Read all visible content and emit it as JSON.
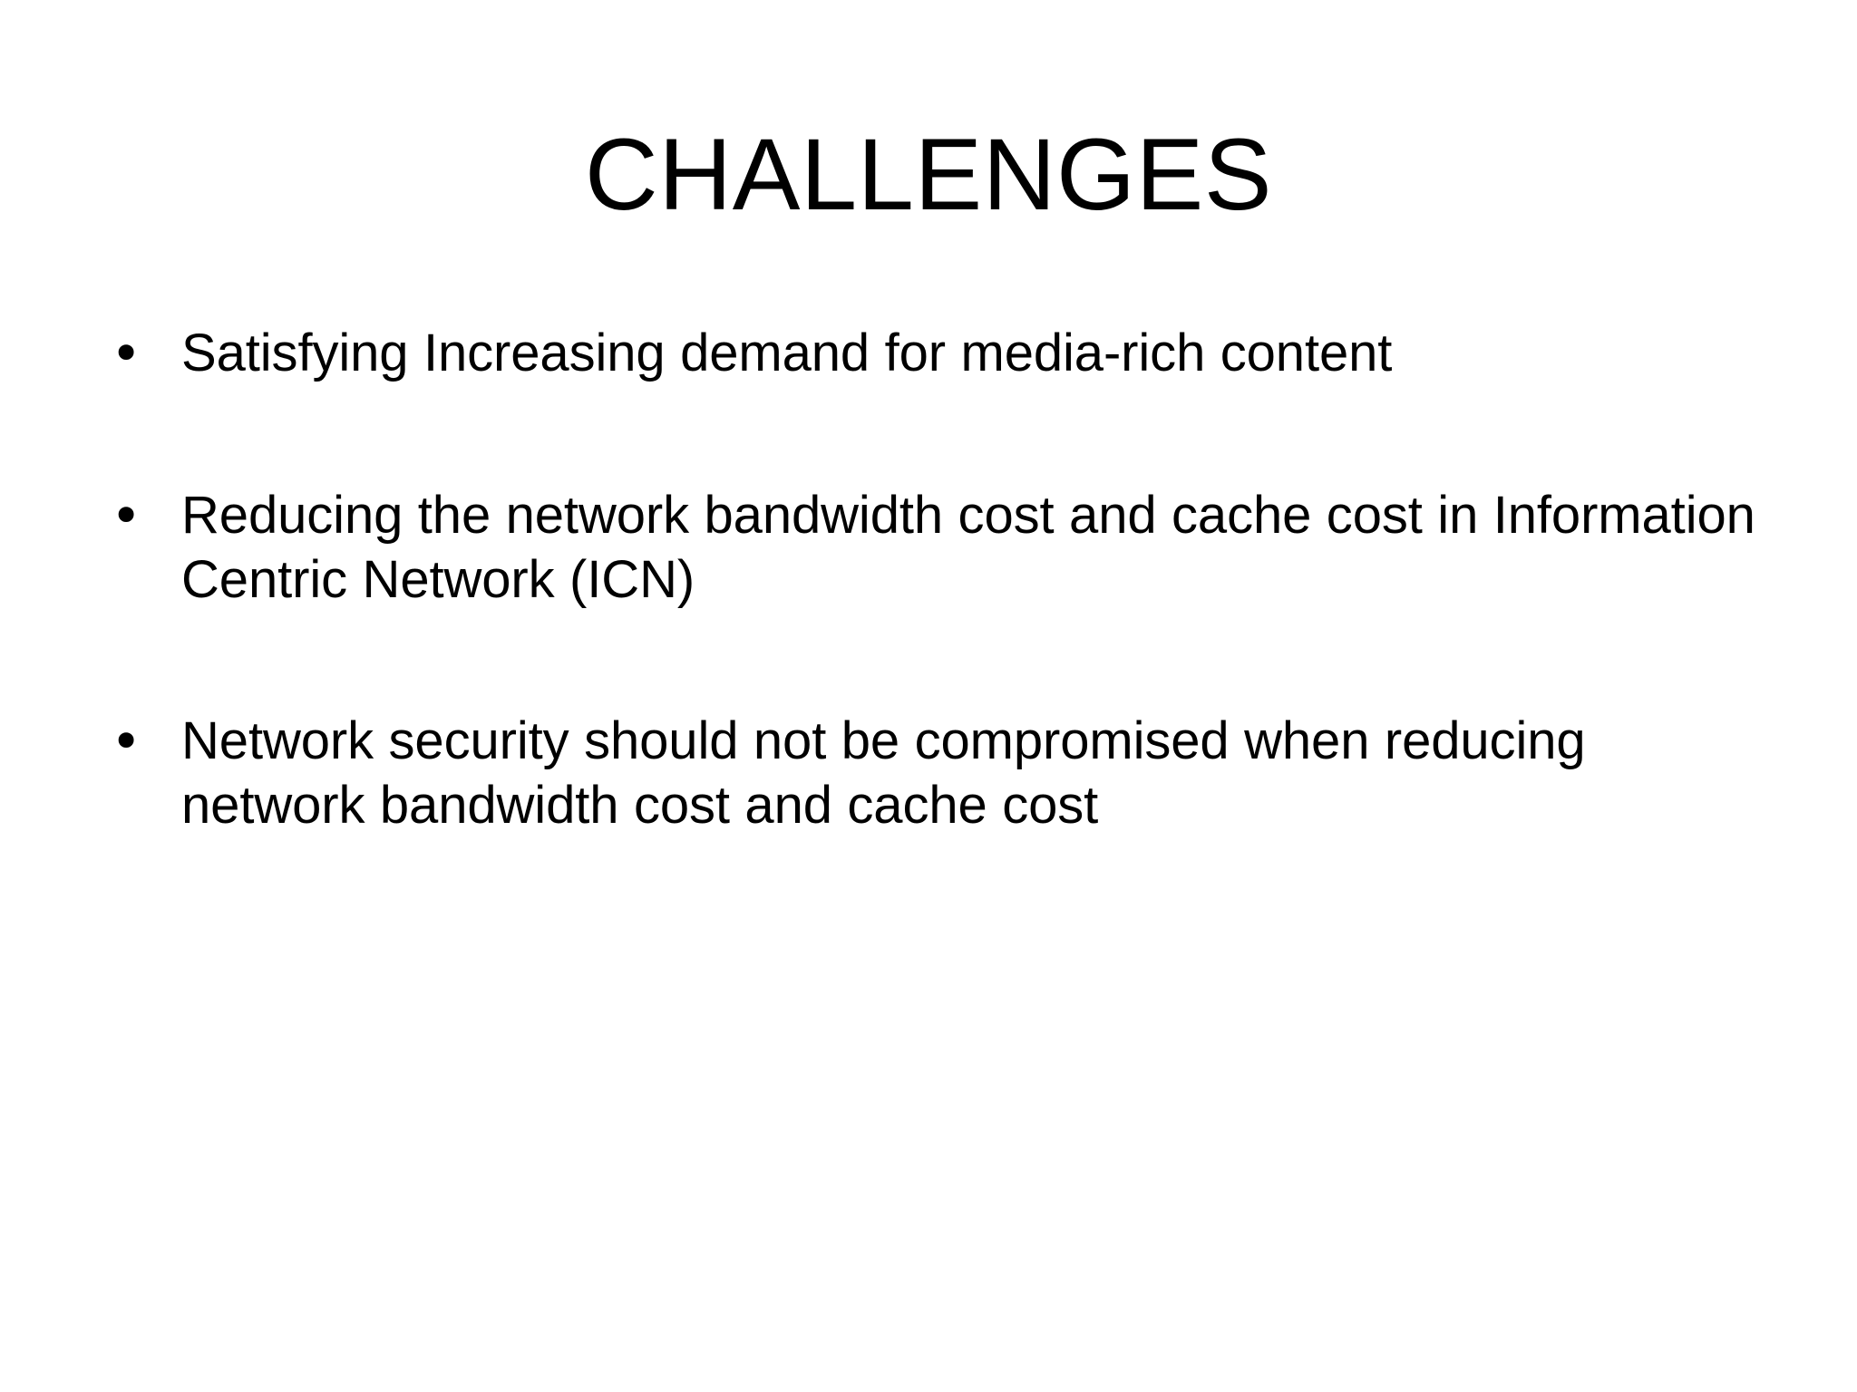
{
  "slide": {
    "background_color": "#ffffff",
    "text_color": "#000000",
    "title": "CHALLENGES",
    "bullet_glyph": "•",
    "bullets": [
      {
        "text": "Satisfying Increasing demand for media-rich content"
      },
      {
        "text": "Reducing the network bandwidth cost and cache cost in Information Centric Network (ICN)"
      },
      {
        "text": "Network security should not be compromised when reducing network bandwidth cost and cache cost"
      }
    ]
  }
}
